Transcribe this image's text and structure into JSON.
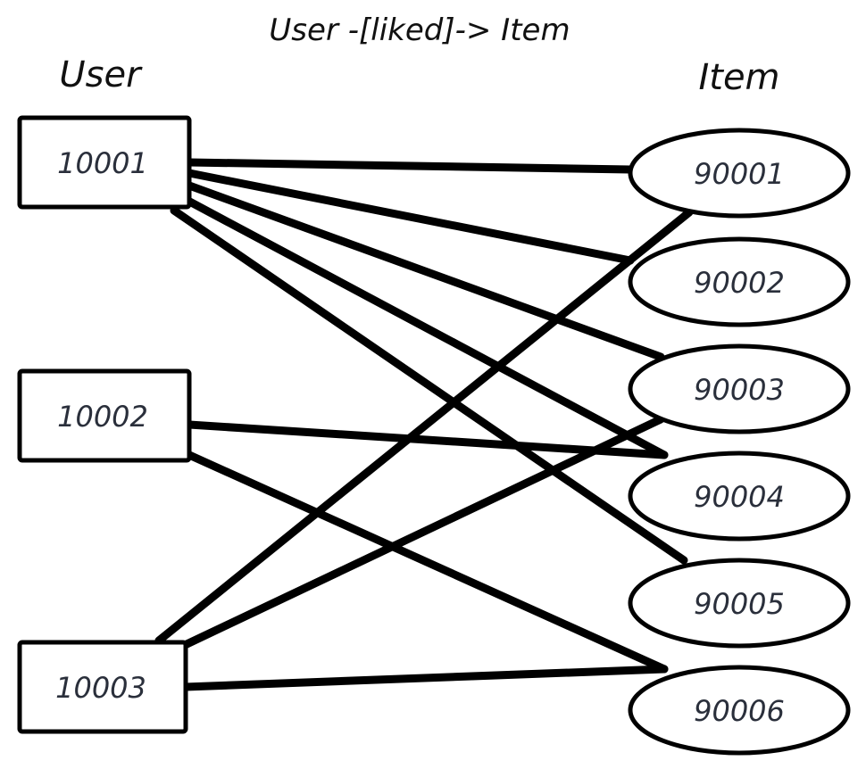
{
  "title": "User -[liked]-> Item",
  "user_column_label": "User",
  "item_column_label": "Item",
  "users": [
    "10001",
    "10002",
    "10003"
  ],
  "items": [
    "90001",
    "90002",
    "90003",
    "90004",
    "90005",
    "90006"
  ],
  "edges": [
    {
      "user": "10001",
      "item": "90001"
    },
    {
      "user": "10001",
      "item": "90002"
    },
    {
      "user": "10001",
      "item": "90003"
    },
    {
      "user": "10001",
      "item": "90004"
    },
    {
      "user": "10001",
      "item": "90005"
    },
    {
      "user": "10002",
      "item": "90004"
    },
    {
      "user": "10002",
      "item": "90006"
    },
    {
      "user": "10003",
      "item": "90001"
    },
    {
      "user": "10003",
      "item": "90003"
    },
    {
      "user": "10003",
      "item": "90006"
    }
  ],
  "colors": {
    "stroke": "#000000",
    "background": "#ffffff",
    "label_text": "#2a2f3b"
  }
}
